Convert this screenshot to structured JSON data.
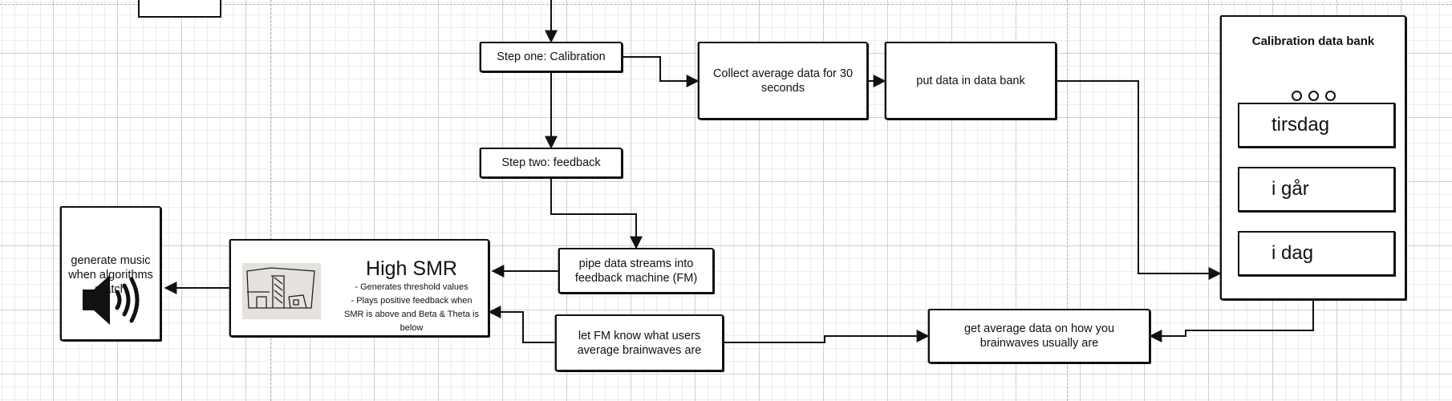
{
  "nodes": {
    "step_one": "Step one: Calibration",
    "step_two": "Step two: feedback",
    "collect": "Collect average data for 30 seconds",
    "put_data": "put data in data bank",
    "pipe": "pipe data streams into feedback machine (FM)",
    "let_fm": "let FM know what users average brainwaves are",
    "get_avg": "get average data on how you brainwaves usually are",
    "music": "generate music when algorithms match"
  },
  "bank": {
    "title": "Calibration data bank",
    "days": [
      "tirsdag",
      "i går",
      "i dag"
    ]
  },
  "smr": {
    "title": "High SMR",
    "lines": [
      "- Generates threshold values",
      "- Plays positive feedback when SMR is above and Beta & Theta is below"
    ]
  },
  "icons": {
    "speaker": "speaker-icon",
    "sketch": "hand-drawn-sketch-image",
    "dots": "circle-icon"
  },
  "colors": {
    "stroke": "#111111",
    "grid_major": "#cfcfcf",
    "grid_minor": "#ececec"
  }
}
